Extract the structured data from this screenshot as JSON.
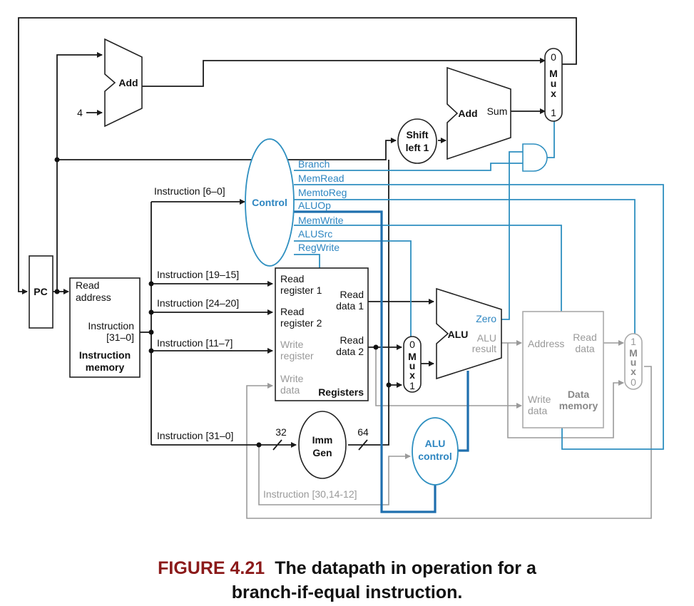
{
  "diagram": {
    "units": {
      "pc": "PC",
      "add_top": "Add",
      "const_four": "4",
      "add_branch": "Add",
      "sum": "Sum",
      "shift_left": [
        "Shift",
        "left 1"
      ],
      "control": "Control",
      "alu": "ALU",
      "zero": "Zero",
      "alu_result": [
        "ALU",
        "result"
      ],
      "alu_control": [
        "ALU",
        "control"
      ],
      "imm_gen": [
        "Imm",
        "Gen"
      ],
      "mux_letters": [
        "M",
        "u",
        "x"
      ],
      "mux_top_inputs": [
        "0",
        "1"
      ],
      "mux_alu_inputs": [
        "0",
        "1"
      ],
      "mux_mem_inputs": [
        "1",
        "0"
      ]
    },
    "instruction_memory": {
      "read_address": [
        "Read",
        "address"
      ],
      "instruction": [
        "Instruction",
        "[31–0]"
      ],
      "title": [
        "Instruction",
        "memory"
      ]
    },
    "registers": {
      "read_register_1": [
        "Read",
        "register 1"
      ],
      "read_register_2": [
        "Read",
        "register 2"
      ],
      "write_register": [
        "Write",
        "register"
      ],
      "write_data": [
        "Write",
        "data"
      ],
      "read_data_1": [
        "Read",
        "data 1"
      ],
      "read_data_2": [
        "Read",
        "data 2"
      ],
      "title": "Registers"
    },
    "data_memory": {
      "address": "Address",
      "read_data": [
        "Read",
        "data"
      ],
      "write_data": [
        "Write",
        "data"
      ],
      "title": [
        "Data",
        "memory"
      ]
    },
    "control_signals": [
      "Branch",
      "MemRead",
      "MemtoReg",
      "ALUOp",
      "MemWrite",
      "ALUSrc",
      "RegWrite"
    ],
    "instruction_fields": {
      "f6_0": "Instruction [6–0]",
      "f19_15": "Instruction [19–15]",
      "f24_20": "Instruction [24–20]",
      "f11_7": "Instruction [11–7]",
      "f31_0": "Instruction [31–0]",
      "f30_14_12": "Instruction [30,14-12]"
    },
    "bus_widths": {
      "in": "32",
      "out": "64"
    },
    "colors": {
      "active_control": "#2e8fc0",
      "inactive": "#9a9a9a",
      "caption_figure": "#8b1a1a"
    }
  },
  "caption": {
    "figure_number": "FIGURE 4.21",
    "text_line1": "The datapath in operation for a",
    "text_line2": "branch-if-equal instruction."
  }
}
